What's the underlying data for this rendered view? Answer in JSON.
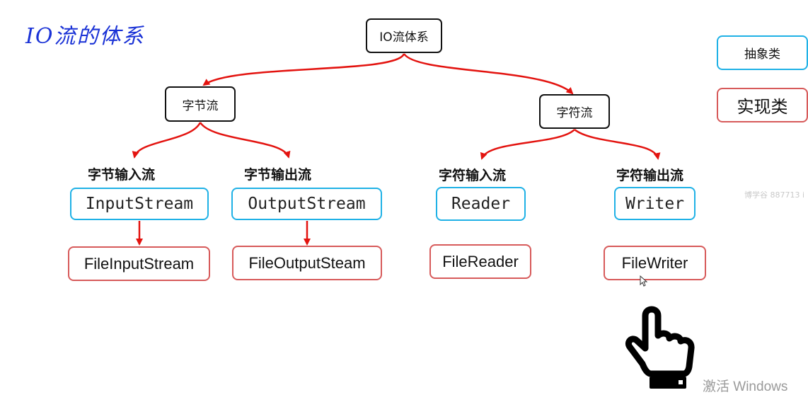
{
  "heading": "IO流的体系",
  "root": "IO流体系",
  "byte_stream": {
    "title": "字节流",
    "input_label": "字节输入流",
    "output_label": "字节输出流",
    "input_abstract": "InputStream",
    "output_abstract": "OutputStream",
    "input_impl": "FileInputStream",
    "output_impl": "FileOutputSteam"
  },
  "char_stream": {
    "title": "字符流",
    "input_label": "字符输入流",
    "output_label": "字符输出流",
    "input_abstract": "Reader",
    "output_abstract": "Writer",
    "input_impl": "FileReader",
    "output_impl": "FileWriter"
  },
  "legend": {
    "abstract": "抽象类",
    "impl": "实现类"
  },
  "watermark": "博学谷 887713 i",
  "activate_windows": "激活 Windows",
  "colors": {
    "arrow": "#e3130f",
    "abstract_border": "#1fb1e6",
    "impl_border": "#d75a5a",
    "heading": "#1a32d6"
  },
  "icons": [
    "hand-pointer-icon",
    "mouse-cursor-icon"
  ]
}
